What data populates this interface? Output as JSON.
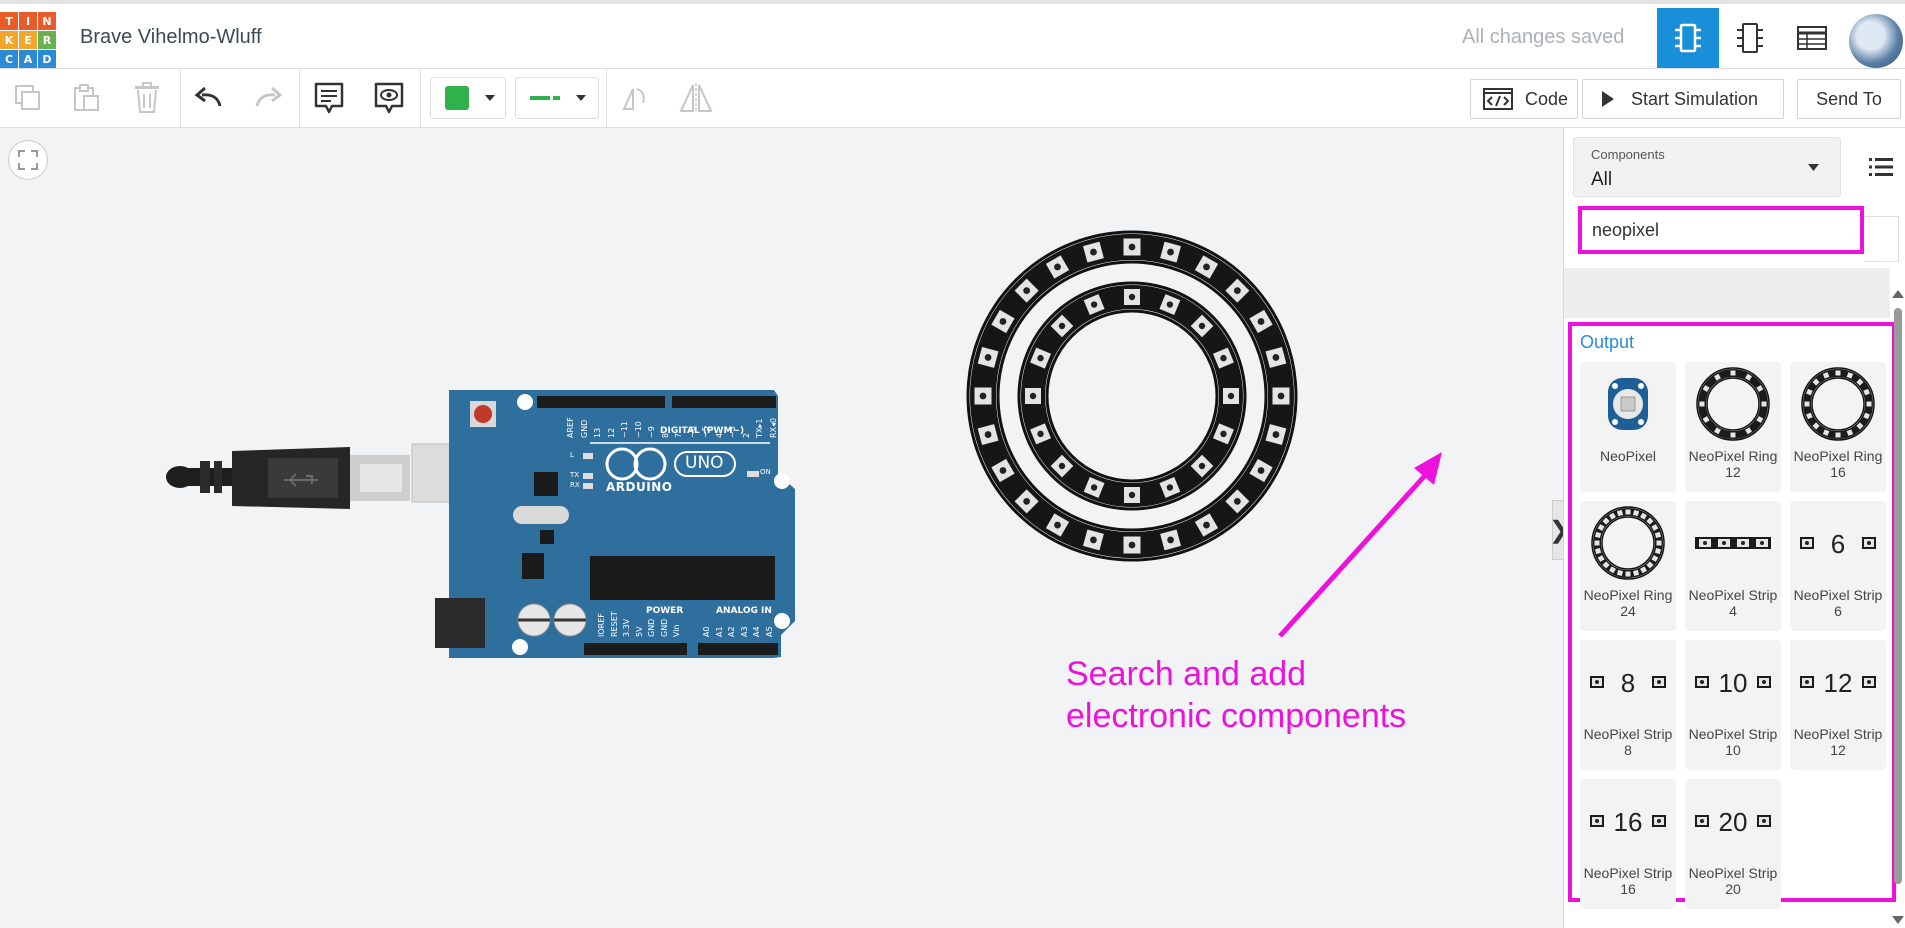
{
  "header": {
    "logo_letters": [
      "T",
      "I",
      "N",
      "K",
      "E",
      "R",
      "C",
      "A",
      "D"
    ],
    "logo_colors": [
      "#e95c2a",
      "#e95c2a",
      "#e95c2a",
      "#f3a62e",
      "#f3a62e",
      "#6ab04c",
      "#2b8bd9",
      "#2b8bd9",
      "#2b8bd9"
    ],
    "title": "Brave Vihelmo-Wluff",
    "save_status": "All changes saved",
    "views": [
      {
        "name": "circuit-view",
        "active": true
      },
      {
        "name": "schematic-view",
        "active": false
      },
      {
        "name": "component-list-view",
        "active": false
      }
    ]
  },
  "toolbar": {
    "icons": [
      "copy-icon",
      "paste-icon",
      "delete-icon",
      "undo-icon",
      "redo-icon",
      "notes-icon",
      "notes-visibility-icon",
      "rotate-icon",
      "flip-icon"
    ],
    "wire_color": "#2fb24c",
    "code_label": "Code",
    "simulation_label": "Start Simulation",
    "send_label": "Send To"
  },
  "panel": {
    "dropdown_label": "Components",
    "dropdown_value": "All",
    "search_value": "neopixel",
    "category": "Output",
    "components": [
      {
        "name": "NeoPixel",
        "kind": "single"
      },
      {
        "name": "NeoPixel Ring 12",
        "kind": "ring",
        "count": 12
      },
      {
        "name": "NeoPixel Ring 16",
        "kind": "ring",
        "count": 16
      },
      {
        "name": "NeoPixel Ring 24",
        "kind": "ring",
        "count": 24
      },
      {
        "name": "NeoPixel Strip 4",
        "kind": "strip",
        "badge": ""
      },
      {
        "name": "NeoPixel Strip 6",
        "kind": "strip",
        "badge": "6"
      },
      {
        "name": "NeoPixel Strip 8",
        "kind": "strip",
        "badge": "8"
      },
      {
        "name": "NeoPixel Strip 10",
        "kind": "strip",
        "badge": "10"
      },
      {
        "name": "NeoPixel Strip 12",
        "kind": "strip",
        "badge": "12"
      },
      {
        "name": "NeoPixel Strip 16",
        "kind": "strip",
        "badge": "16"
      },
      {
        "name": "NeoPixel Strip 20",
        "kind": "strip",
        "badge": "20"
      }
    ]
  },
  "canvas": {
    "arduino": {
      "digital_label": "DIGITAL (PWM~)",
      "brand": "ARDUINO",
      "model": "UNO",
      "power_label": "POWER",
      "analog_label": "ANALOG IN",
      "digital_pins": [
        "AREF",
        "GND",
        "13",
        "12",
        "~11",
        "~10",
        "~9",
        "8",
        "7",
        "~6",
        "~5",
        "4",
        "~3",
        "2",
        "TX▸1",
        "RX◂0"
      ],
      "power_pins": [
        "IOREF",
        "RESET",
        "3.3V",
        "5V",
        "GND",
        "GND",
        "Vin"
      ],
      "analog_pins": [
        "A0",
        "A1",
        "A2",
        "A3",
        "A4",
        "A5"
      ],
      "leds": [
        "L",
        "TX",
        "RX"
      ],
      "on_label": "ON"
    },
    "annotation": [
      "Search and add",
      "electronic components"
    ]
  },
  "colors": {
    "accent": "#1a8fd9",
    "annotation": "#ee11dd",
    "board": "#2f6f9e"
  }
}
